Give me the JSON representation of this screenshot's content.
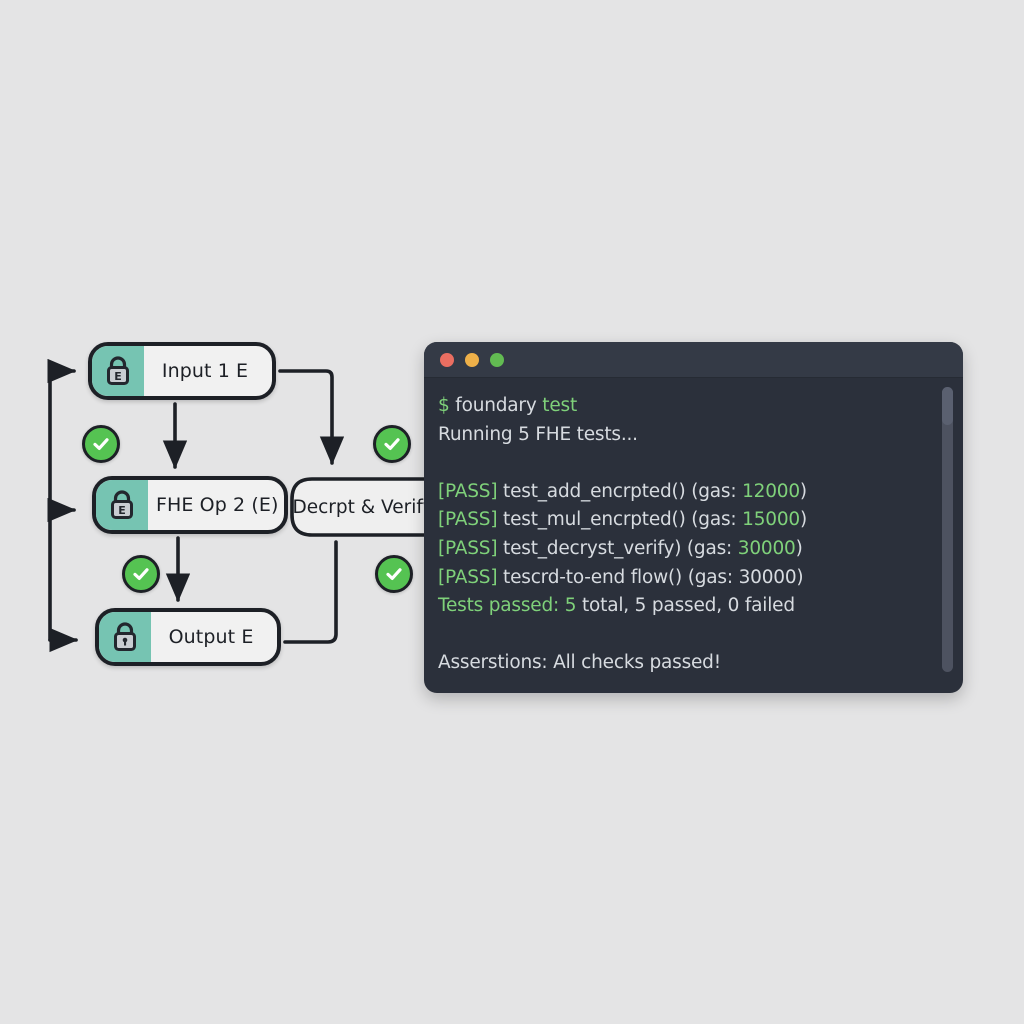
{
  "page": {
    "background_color": "#e4e4e5"
  },
  "diagram": {
    "title": "fhe-flow-diagram",
    "accent_teal": "#76c4b2",
    "stroke_color": "#1d2026",
    "check_color": "#55c352",
    "nodes": [
      {
        "id": "input",
        "label": "Input 1 E",
        "icon": "lock-e-icon"
      },
      {
        "id": "fheop",
        "label": "FHE Op 2 (E)",
        "icon": "lock-e-icon"
      },
      {
        "id": "output",
        "label": "Output E",
        "icon": "lock-keyhole-icon"
      },
      {
        "id": "decrypt",
        "label": "Decrpt & Verify",
        "icon": ""
      }
    ],
    "lock_badge_text": "E",
    "checks": [
      {
        "id": "check-a",
        "state": "passed"
      },
      {
        "id": "check-b",
        "state": "passed"
      },
      {
        "id": "check-c",
        "state": "passed"
      },
      {
        "id": "check-d",
        "state": "passed"
      }
    ]
  },
  "terminal": {
    "titlebar": {
      "close_label": "close",
      "minimize_label": "minimize",
      "maximize_label": "maximize",
      "close_color": "#ea6e61",
      "minimize_color": "#eeb049",
      "maximize_color": "#62bb52"
    },
    "background_color": "#2b303b",
    "text_color": "#d7dbe0",
    "accent_green": "#7fd17a",
    "lines": [
      {
        "id": "prompt",
        "segments": [
          {
            "text": "$ ",
            "color": "green"
          },
          {
            "text": "foundary ",
            "color": "white"
          },
          {
            "text": "test",
            "color": "green"
          }
        ]
      },
      {
        "id": "running",
        "segments": [
          {
            "text": "Running 5 FHE tests...",
            "color": "white"
          }
        ]
      },
      {
        "id": "blank1",
        "segments": [
          {
            "text": " ",
            "color": "white"
          }
        ]
      },
      {
        "id": "pass1",
        "segments": [
          {
            "text": "[PASS] ",
            "color": "green"
          },
          {
            "text": "test_add_encrpted() (gas: ",
            "color": "white"
          },
          {
            "text": "12000",
            "color": "green"
          },
          {
            "text": ")",
            "color": "white"
          }
        ]
      },
      {
        "id": "pass2",
        "segments": [
          {
            "text": "[PASS] ",
            "color": "green"
          },
          {
            "text": "test_mul_encrpted() (gas: ",
            "color": "white"
          },
          {
            "text": "15000",
            "color": "green"
          },
          {
            "text": ")",
            "color": "white"
          }
        ]
      },
      {
        "id": "pass3",
        "segments": [
          {
            "text": "[PASS] ",
            "color": "green"
          },
          {
            "text": "test_decryst_verify) (gas: ",
            "color": "white"
          },
          {
            "text": "30000",
            "color": "green"
          },
          {
            "text": ")",
            "color": "white"
          }
        ]
      },
      {
        "id": "pass4",
        "segments": [
          {
            "text": "[PASS] ",
            "color": "green"
          },
          {
            "text": "tescrd-to-end flow() (gas: 30000)",
            "color": "white"
          }
        ]
      },
      {
        "id": "summary",
        "segments": [
          {
            "text": "Tests passed: ",
            "color": "green"
          },
          {
            "text": "5",
            "color": "green"
          },
          {
            "text": " total, 5 passed, 0 failed",
            "color": "white"
          }
        ]
      },
      {
        "id": "blank2",
        "segments": [
          {
            "text": " ",
            "color": "white"
          }
        ]
      },
      {
        "id": "assert",
        "segments": [
          {
            "text": "Asserstions: All checks passed!",
            "color": "white"
          }
        ]
      }
    ],
    "scrollbar": {
      "thumb_position_percent": 0
    }
  }
}
